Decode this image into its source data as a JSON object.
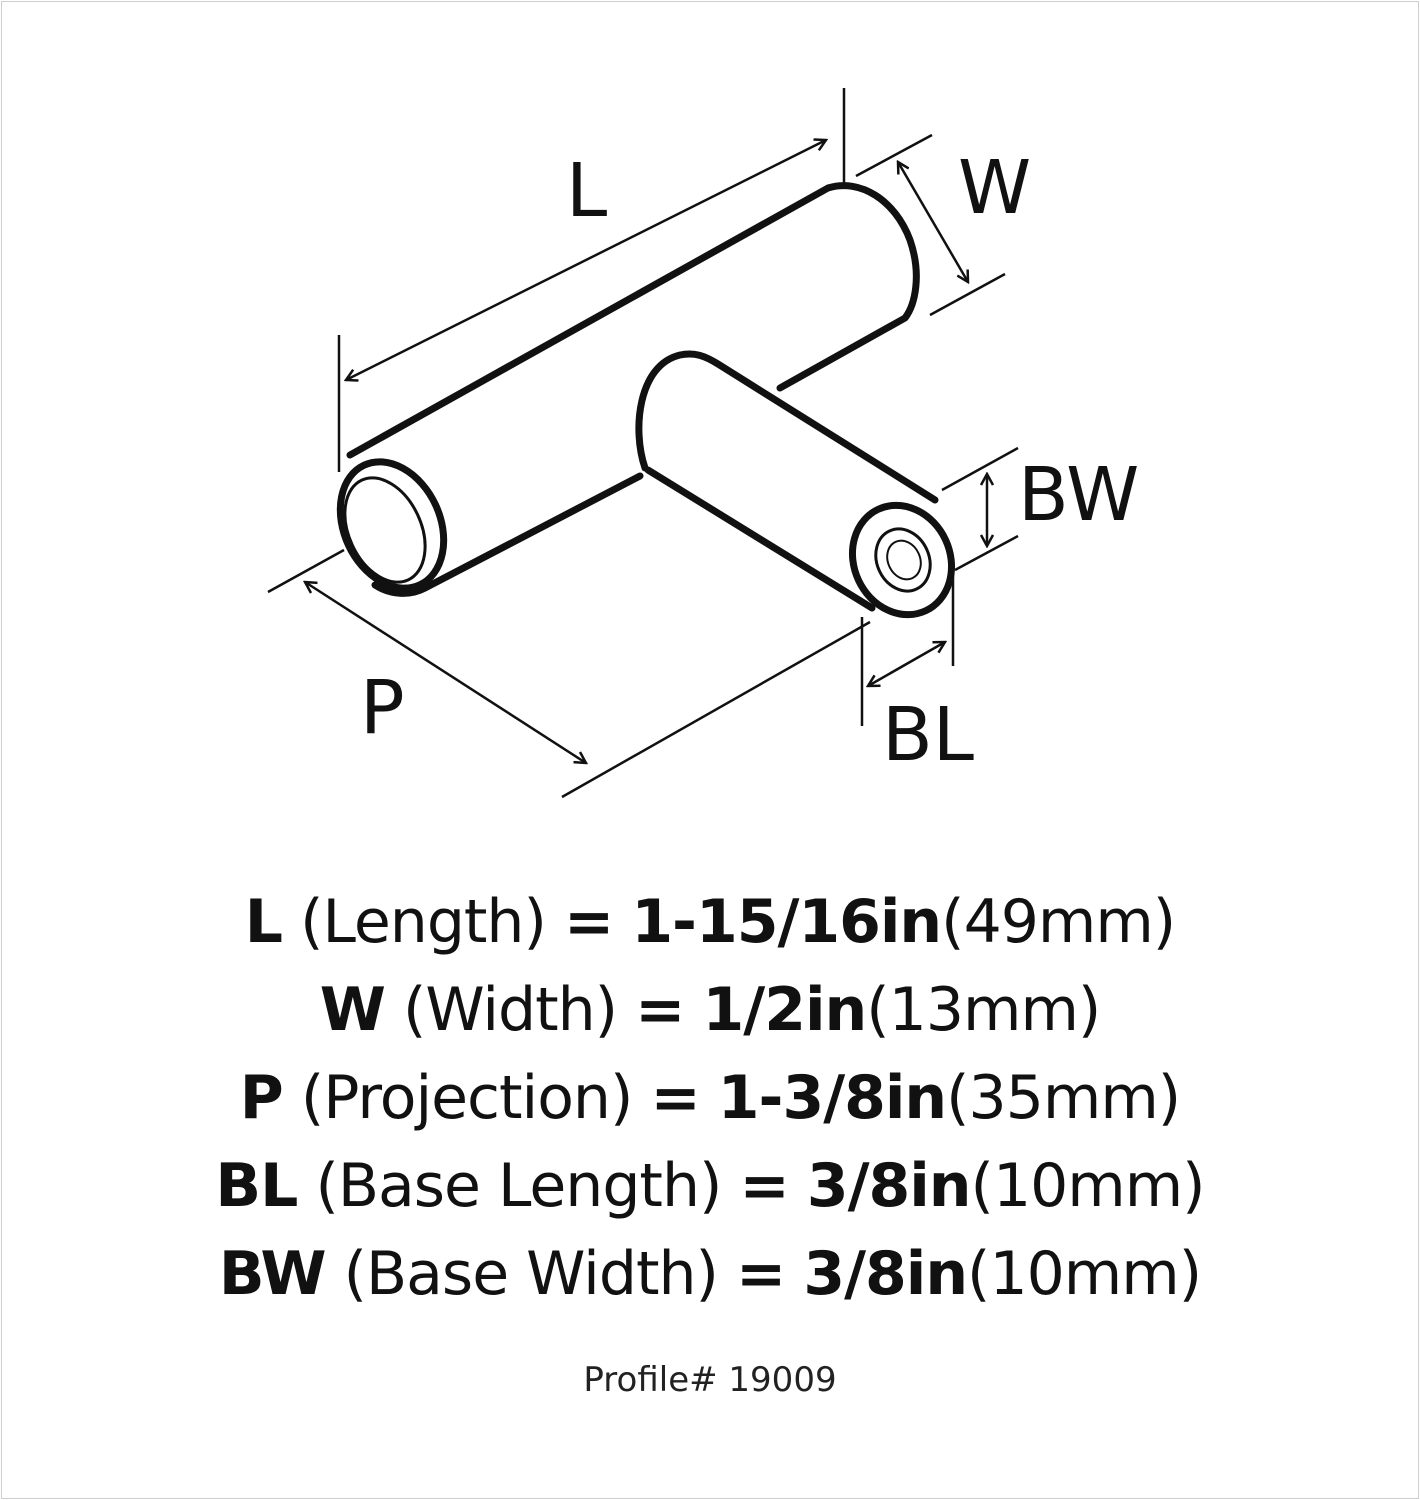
{
  "diagram": {
    "labels": {
      "L": "L",
      "W": "W",
      "BW": "BW",
      "P": "P",
      "BL": "BL"
    }
  },
  "specs": [
    {
      "code": "L",
      "name": "(Length)",
      "eq": "=",
      "imperial": "1-15/16in",
      "metric": "(49mm)"
    },
    {
      "code": "W",
      "name": "(Width)",
      "eq": "=",
      "imperial": "1/2in",
      "metric": "(13mm)"
    },
    {
      "code": "P",
      "name": "(Projection)",
      "eq": "=",
      "imperial": "1-3/8in",
      "metric": "(35mm)"
    },
    {
      "code": "BL",
      "name": "(Base Length)",
      "eq": "=",
      "imperial": "3/8in",
      "metric": "(10mm)"
    },
    {
      "code": "BW",
      "name": "(Base Width)",
      "eq": "=",
      "imperial": "3/8in",
      "metric": "(10mm)"
    }
  ],
  "profile": "Profile# 19009"
}
